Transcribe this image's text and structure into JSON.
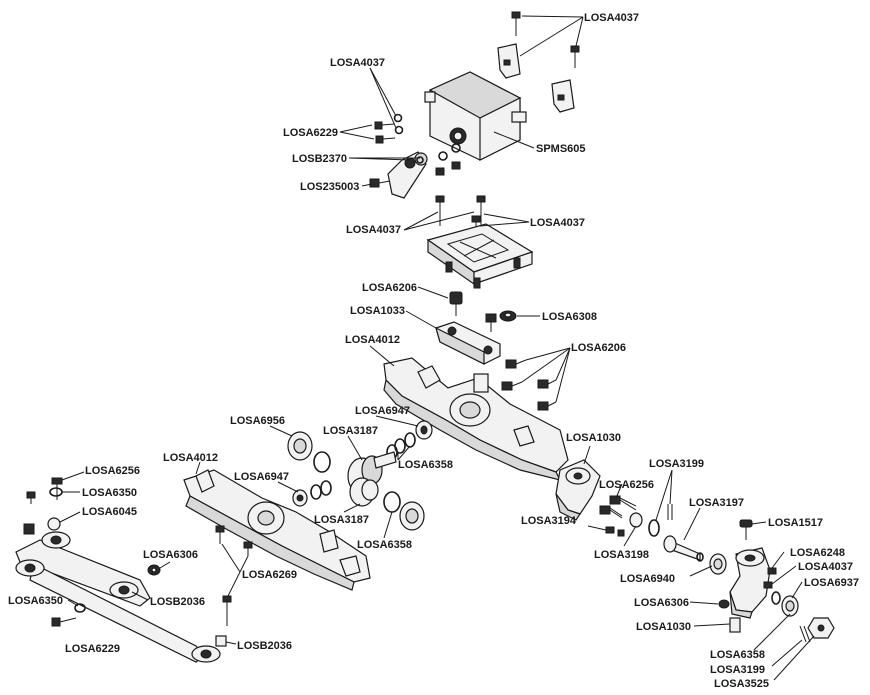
{
  "labels": {
    "servo_screws_top": "LOSA4037",
    "servo_screws_left": "LOSA4037",
    "servo": "SPMS605",
    "screws_6229_top": "LOSA6229",
    "servo_horn": "LOSB2370",
    "horn_screw": "LOS235003",
    "mount_screws_left": "LOSA4037",
    "mount_screws_right": "LOSA4037",
    "screw_6206_top": "LOSA6206",
    "mount_1033": "LOSA1033",
    "nut_6308": "LOSA6308",
    "axle_4012_right": "LOSA4012",
    "screws_6206_right": "LOSA6206",
    "bearing_6956": "LOSA6956",
    "washer_6947_top": "LOSA6947",
    "gear_3187_top": "LOSA3187",
    "shims_6358_top": "LOSA6358",
    "axle_4012_left": "LOSA4012",
    "washer_6947_left": "LOSA6947",
    "gear_3187_bottom": "LOSA3187",
    "bearing_6358": "LOSA6358",
    "screw_6256_left": "LOSA6256",
    "washer_6350_left": "LOSA6350",
    "ball_6045": "LOSA6045",
    "nut_6306_left": "LOSA6306",
    "screws_6269": "LOSA6269",
    "washer_6350_bottom": "LOSA6350",
    "link_2036": "LOSB2036",
    "screw_6229_bottom": "LOSA6229",
    "end_2036": "LOSB2036",
    "carrier_1030_top": "LOSA1030",
    "screw_6256_right": "LOSA6256",
    "pin_3199_top": "LOSA3199",
    "axle_3197": "LOSA3197",
    "pin_3194": "LOSA3194",
    "bushing_3198": "LOSA3198",
    "screw_1517": "LOSA1517",
    "screw_6248": "LOSA6248",
    "screw_4037_right": "LOSA4037",
    "bearing_6940": "LOSA6940",
    "bearing_6937": "LOSA6937",
    "nut_6306_right": "LOSA6306",
    "knuckle_1030_bottom": "LOSA1030",
    "bearing_6358_bottom": "LOSA6358",
    "pin_3199_bottom": "LOSA3199",
    "hex_3525": "LOSA3525"
  }
}
